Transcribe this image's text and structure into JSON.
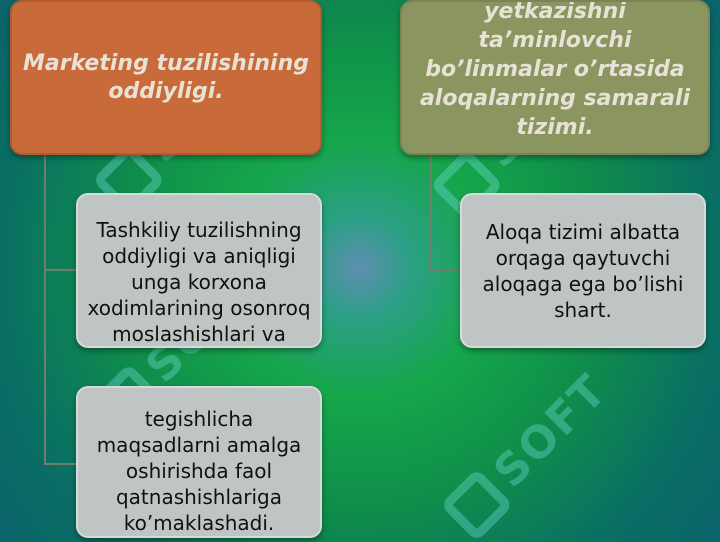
{
  "slide": {
    "header_left": "Marketing tuzilishining oddiyligi.",
    "header_right": "Axborotlarni aniq yetkazishni ta’minlovchi bo’linmalar o’rtasida aloqalarning samarali tizimi.",
    "left_child_1": "Tashkiliy tuzilishning oddiyligi va aniqligi unga korxona xodimlarining osonroq moslashishlari va",
    "left_child_2": "tegishlicha maqsadlarni amalga oshirishda faol qatnashishlariga ko’maklashadi.",
    "right_child_1": "Aloqa tizimi albatta orqaga qaytuvchi aloqaga ega bo’lishi shart."
  },
  "watermark": {
    "text": "SOFT"
  },
  "colors": {
    "header_left_bg": "#c96a3a",
    "header_right_bg": "#8a9560",
    "child_bg": "#bfc5c4",
    "header_text": "#e8e2d6"
  }
}
